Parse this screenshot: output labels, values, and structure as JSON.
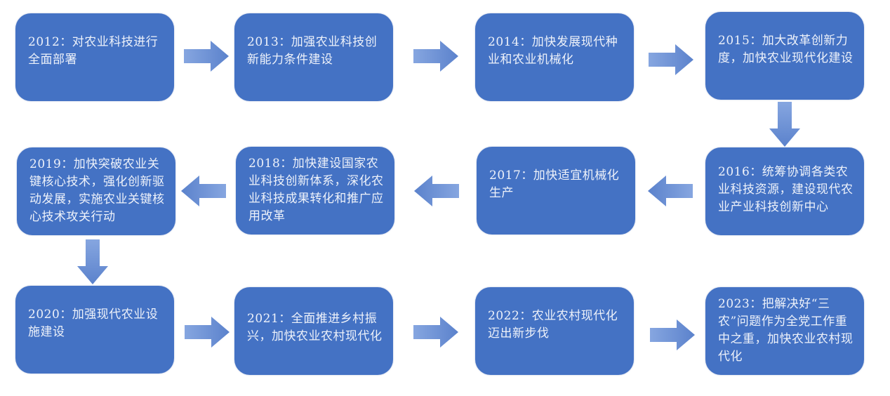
{
  "diagram": {
    "type": "flowchart-timeline",
    "colors": {
      "box_fill": "#4472c4",
      "box_text": "#eef2fa",
      "arrow_fill": "#6f93d6",
      "background": "#ffffff"
    },
    "steps": [
      {
        "year": "2012",
        "text": "2012：对农业科技进行全面部署"
      },
      {
        "year": "2013",
        "text": "2013：加强农业科技创新能力条件建设"
      },
      {
        "year": "2014",
        "text": "2014：加快发展现代种业和农业机械化"
      },
      {
        "year": "2015",
        "text": "2015：加大改革创新力度，加快农业现代化建设"
      },
      {
        "year": "2016",
        "text": "2016：统筹协调各类农业科技资源，建设现代农业产业科技创新中心"
      },
      {
        "year": "2017",
        "text": "2017：加快适宜机械化生产"
      },
      {
        "year": "2018",
        "text": "2018：加快建设国家农业科技创新体系，深化农业科技成果转化和推广应用改革"
      },
      {
        "year": "2019",
        "text": "2019：加快突破农业关键核心技术，强化创新驱动发展，实施农业关键核心技术攻关行动"
      },
      {
        "year": "2020",
        "text": "2020：加强现代农业设施建设"
      },
      {
        "year": "2021",
        "text": "2021：全面推进乡村振兴，加快农业农村现代化"
      },
      {
        "year": "2022",
        "text": "2022：农业农村现代化迈出新步伐"
      },
      {
        "year": "2023",
        "text": "2023：把解决好“三农”问题作为全党工作重中之重，加快农业农村现代化"
      }
    ],
    "arrows": [
      {
        "from": "2012",
        "to": "2013",
        "direction": "right"
      },
      {
        "from": "2013",
        "to": "2014",
        "direction": "right"
      },
      {
        "from": "2014",
        "to": "2015",
        "direction": "right"
      },
      {
        "from": "2015",
        "to": "2016",
        "direction": "down"
      },
      {
        "from": "2016",
        "to": "2017",
        "direction": "left"
      },
      {
        "from": "2017",
        "to": "2018",
        "direction": "left"
      },
      {
        "from": "2018",
        "to": "2019",
        "direction": "left"
      },
      {
        "from": "2019",
        "to": "2020",
        "direction": "down"
      },
      {
        "from": "2020",
        "to": "2021",
        "direction": "right"
      },
      {
        "from": "2021",
        "to": "2022",
        "direction": "right"
      },
      {
        "from": "2022",
        "to": "2023",
        "direction": "right"
      }
    ]
  }
}
